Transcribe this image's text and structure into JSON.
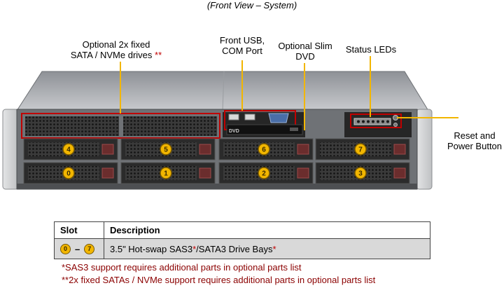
{
  "caption": "(Front View – System)",
  "callouts": {
    "optional_drives_line1": "Optional 2x fixed",
    "optional_drives_line2": "SATA / NVMe drives",
    "optional_drives_mark": "**",
    "front_usb_line1": "Front USB,",
    "front_usb_line2": "COM Port",
    "slim_dvd_line1": "Optional Slim",
    "slim_dvd_line2": "DVD",
    "status_leds": "Status LEDs",
    "reset_line1": "Reset and",
    "reset_line2": "Power Button"
  },
  "chassis": {
    "dvd_logo": "DVD",
    "top_row_bays": [
      "4",
      "5",
      "6",
      "7"
    ],
    "bottom_row_bays": [
      "0",
      "1",
      "2",
      "3"
    ]
  },
  "table": {
    "header_slot": "Slot",
    "header_description": "Description",
    "row_slot_from": "0",
    "row_slot_to": "7",
    "row_slot_dash": "–",
    "row_desc_a": "3.5\" Hot-swap  SAS3",
    "row_desc_mark1": "*",
    "row_desc_b": "/SATA3 Drive Bays",
    "row_desc_mark2": "*"
  },
  "notes": {
    "note1": "*SAS3 support requires additional parts in optional parts list",
    "note2": "**2x fixed SATAs / NVMe support requires additional parts in optional parts list"
  },
  "colors": {
    "callout_line": "#f2b600",
    "highlight_box": "#c00000",
    "bay_number": "#f2b600",
    "chassis_top": "#b9bcc0",
    "bay_face": "#2b2b2b"
  }
}
